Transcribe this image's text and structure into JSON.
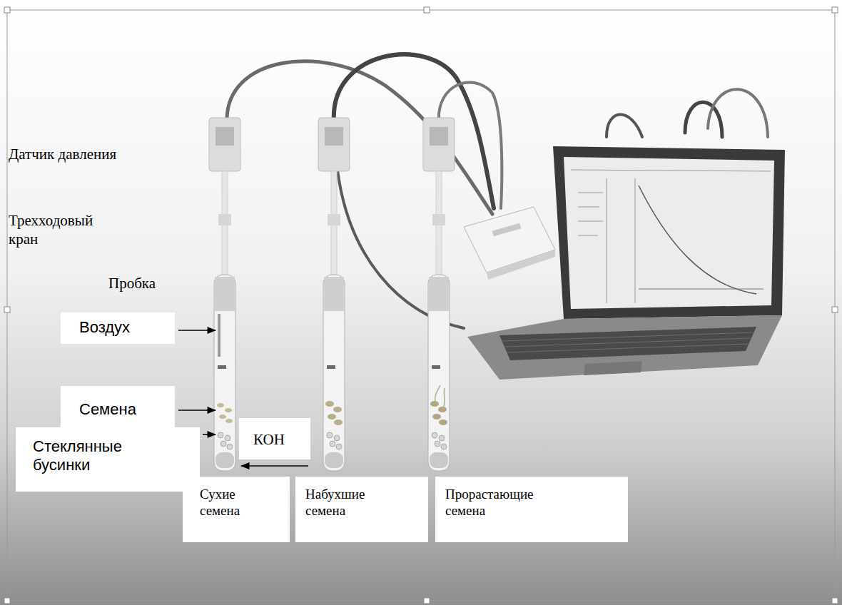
{
  "diagram": {
    "nodes": [
      {
        "text": [
          "Воздух"
        ]
      },
      {
        "text": [
          "Семена"
        ]
      },
      {
        "text": [
          "Стеклянные бусинки"
        ]
      },
      {
        "text": [
          "КОН"
        ]
      },
      {
        "text": [
          "Сухие семена"
        ]
      },
      {
        "text": [
          "Набухшие семена"
        ]
      },
      {
        "text": [
          "Прорастающие семена"
        ]
      }
    ],
    "labels": [
      "Датчик давления",
      "Трехходовый кран",
      "Пробка"
    ]
  }
}
